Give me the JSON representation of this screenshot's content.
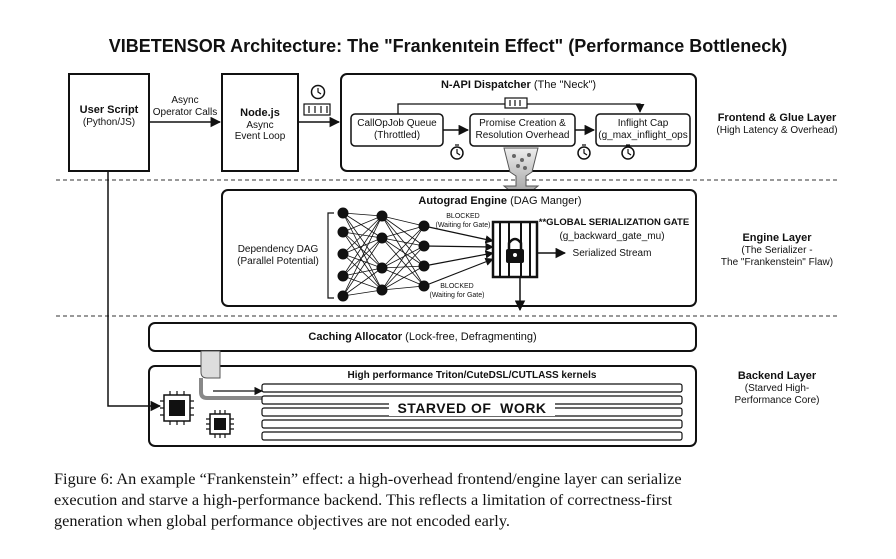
{
  "figure": {
    "title": "VIBETENSOR Architecture: The \"Frankenıtein Effect\" (Performance Bottleneck)",
    "user_script": {
      "title": "User Script",
      "sub": "(Python/JS)"
    },
    "async_label": [
      "Async",
      "Operator Calls"
    ],
    "node": {
      "title": "Node.js",
      "line1": "Async",
      "line2": "Event Loop"
    },
    "napi": {
      "title": "N-API Dispatcher",
      "title_note": " (The \"Neck\")",
      "queue": [
        "CallOpJob Queue",
        "(Throttled)"
      ],
      "promise": [
        "Promise Creation &",
        "Resolution Overhead"
      ],
      "cap": [
        "Inflight Cap",
        "(g_max_inflight_ops"
      ]
    },
    "frontend_layer": {
      "title": "Frontend & Glue Layer",
      "sub": "(High Latency & Overhead)"
    },
    "autograd": {
      "title": "Autograd Engine",
      "title_note": " (DAG Manger)",
      "dag_label": [
        "Dependency DAG",
        "(Parallel Potential)"
      ],
      "blocked_top": [
        "BLOCKED",
        "(Waiting for Gate)"
      ],
      "blocked_bottom": [
        "BLOCKED",
        "(Waiting for Gate)"
      ],
      "gate_title": "**GLOBAL SERIALIZATION GATE",
      "gate_sub": "(g_backward_gate_mu)",
      "serialized": "Serialized Stream"
    },
    "engine_layer": {
      "title": "Engine Layer",
      "line1": "(The Serializer -",
      "line2": "The \"Frankenstein\" Flaw)"
    },
    "caching": {
      "title": "Caching Allocator",
      "note": " (Lock-free, Defragmenting)"
    },
    "kernels": {
      "title": "High performance Triton/CuteDSL/CUTLASS kernels",
      "starved": "STARVED OF  WORK"
    },
    "backend_layer": {
      "title": "Backend Layer",
      "line1": "(Starved High-",
      "line2": "Performance Core)"
    }
  },
  "caption": [
    "Figure 6: An example “Frankenstein” effect: a high-overhead frontend/engine layer can serialize",
    "execution and starve a high-performance backend.  This reflects a limitation of correctness-first",
    "generation when global performance objectives are not encoded early."
  ],
  "icons": [
    "clock-icon",
    "queue-icon",
    "lock-icon",
    "chip-icon",
    "stopwatch-icon",
    "funnel-icon"
  ]
}
